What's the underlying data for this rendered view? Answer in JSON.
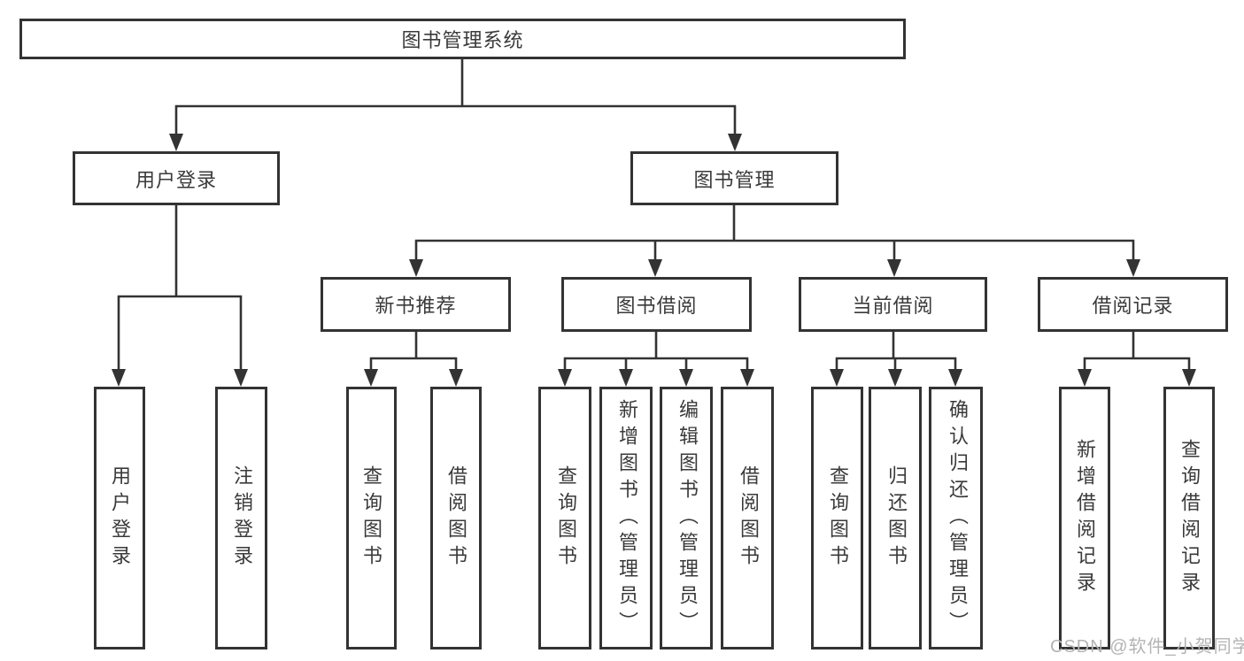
{
  "diagram": {
    "title": "图书管理系统",
    "level1": {
      "user_login": "用户登录",
      "book_mgmt": "图书管理"
    },
    "level2": {
      "new_books": "新书推荐",
      "borrowing": "图书借阅",
      "current": "当前借阅",
      "records": "借阅记录"
    },
    "leaves": {
      "login": "用户登录",
      "logout": "注销登录",
      "nb_query": "查询图书",
      "nb_borrow": "借阅图书",
      "bw_query": "查询图书",
      "bw_add": "新增图书（管理员）",
      "bw_edit": "编辑图书（管理员）",
      "bw_borrow": "借阅图书",
      "cur_query": "查询图书",
      "cur_return": "归还图书",
      "cur_confirm": "确认归还（管理员）",
      "rec_add": "新增借阅记录",
      "rec_query": "查询借阅记录"
    },
    "watermark": "CSDN @软件_小贺同学",
    "colors": {
      "line": "#333333",
      "text": "#3a3a3a",
      "watermark": "#b4b4b4",
      "background": "#ffffff"
    }
  }
}
